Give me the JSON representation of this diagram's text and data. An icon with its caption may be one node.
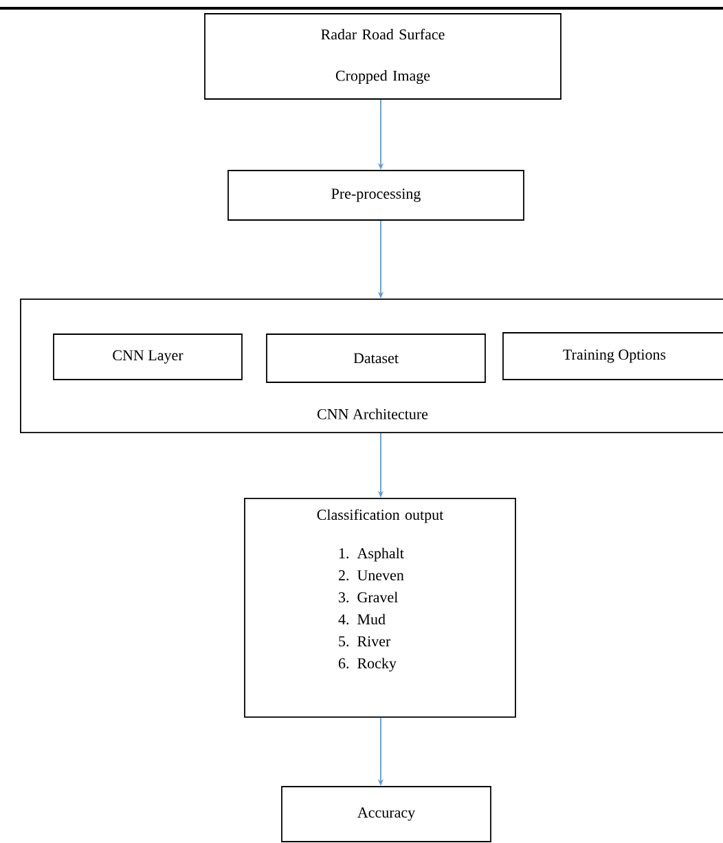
{
  "diagram": {
    "nodes": [
      {
        "text": [
          "Radar Road Surface Cropped Image"
        ]
      },
      {
        "text": [
          "Pre-processing"
        ]
      },
      {
        "text": [
          "CNN Architecture"
        ]
      },
      {
        "text": [
          "CNN Layer"
        ],
        "in": 2
      },
      {
        "text": [
          "Dataset"
        ],
        "in": 2
      },
      {
        "text": [
          "Training Options"
        ],
        "in": 2
      },
      {
        "text": [
          "Classification output",
          "1. Asphalt",
          "2. Uneven",
          "3. Gravel",
          "4. Mud",
          "5. River",
          "6. Rocky"
        ]
      },
      {
        "text": [
          "Accuracy"
        ]
      }
    ],
    "edges": [
      {
        "from": 0,
        "to": 1,
        "arrow": "to"
      },
      {
        "from": 1,
        "to": 2,
        "arrow": "to"
      },
      {
        "from": 2,
        "to": 6,
        "arrow": "to"
      },
      {
        "from": 6,
        "to": 7,
        "arrow": "to"
      }
    ]
  }
}
